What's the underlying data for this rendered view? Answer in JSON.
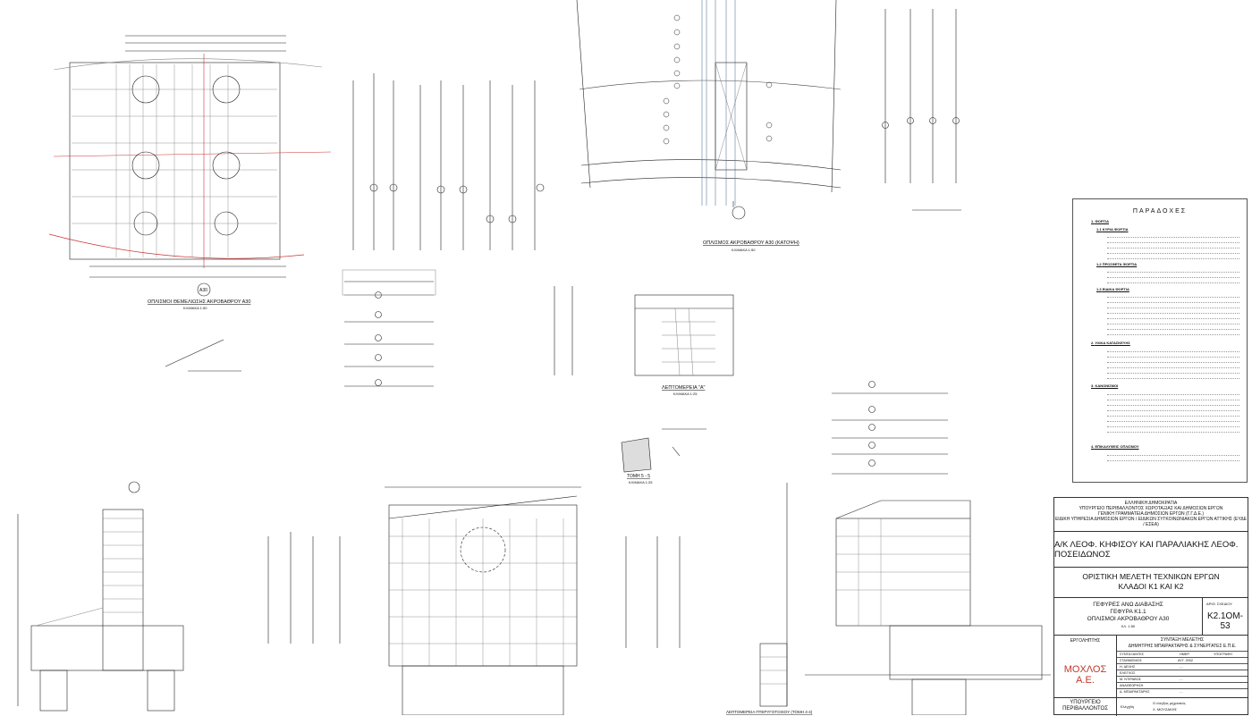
{
  "notes": {
    "title": "ΠΑΡΑΔΟΧΕΣ",
    "sections": [
      {
        "num": "1.",
        "label": "ΦΟΡΤΙΑ"
      },
      {
        "num": "1.1",
        "label": "ΚΥΡΙΑ ΦΟΡΤΙΑ"
      },
      {
        "num": "1.2",
        "label": "ΠΡΟΣΘΕΤΑ ΦΟΡΤΙΑ"
      },
      {
        "num": "1.3",
        "label": "ΕΙΔΙΚΑ ΦΟΡΤΙΑ"
      },
      {
        "num": "2.",
        "label": "ΥΛΙΚΑ ΚΑΤΑΣΚΕΥΗΣ"
      },
      {
        "num": "3.",
        "label": "ΚΑΝΟΝΙΣΜΟΙ"
      },
      {
        "num": "4.",
        "label": "ΕΠΙΚΑΛΥΨΕΙΣ ΟΠΛΙΣΜΟΥ"
      }
    ]
  },
  "title_block": {
    "authority": [
      "ΕΛΛΗΝΙΚΗ ΔΗΜΟΚΡΑΤΙΑ",
      "ΥΠΟΥΡΓΕΙΟ ΠΕΡΙΒΑΛΛΟΝΤΟΣ ΧΩΡΟΤΑΞΙΑΣ ΚΑΙ ΔΗΜΟΣΙΩΝ ΕΡΓΩΝ",
      "ΓΕΝΙΚΗ ΓΡΑΜΜΑΤΕΙΑ ΔΗΜΟΣΙΩΝ ΕΡΓΩΝ (Γ.Γ.Δ.Ε.)",
      "ΕΙΔΙΚΗ ΥΠΗΡΕΣΙΑ ΔΗΜΟΣΙΩΝ ΕΡΓΩΝ / ΕΙΔΙΚΩΝ ΣΥΓΚΟΙΝΩΝΙΑΚΩΝ ΕΡΓΩΝ ΑΤΤΙΚΗΣ (ΕΥΔΕ / ΕΣΕΑ)"
    ],
    "project": "Α/Κ ΛΕΟΦ. ΚΗΦΙΣΟΥ ΚΑΙ ΠΑΡΑΛΙΑΚΗΣ ΛΕΟΦ. ΠΟΣΕΙΔΩΝΟΣ",
    "study_line1": "ΟΡΙΣΤΙΚΗ ΜΕΛΕΤΗ ΤΕΧΝΙΚΩΝ ΕΡΓΩΝ",
    "study_line2": "ΚΛΑΔΟΙ  Κ1  ΚΑΙ  Κ2",
    "drawing_line1": "ΓΕΦΥΡΕΣ  ΑΝΩ ΔΙΑΒΑΣΗΣ",
    "drawing_line2": "ΓΕΦΥΡΑ Κ1.1",
    "drawing_line3": "ΟΠΛΙΣΜΟΙ ΑΚΡΟΒΑΘΡΟΥ Α30",
    "drawing_scale": "ΚΛ. 1:50",
    "drawing_no_label": "ΑΡΙΘ. ΣΧΕΔΙΟΥ",
    "drawing_no": "K2.1OM-53",
    "contractor_label": "ΕΡΓΟΛΗΠΤΗΣ",
    "contractor_name": "ΜΟΧΛΟΣ Α.Ε.",
    "design_label": "ΣΥΝΤΑΞΗ ΜΕΛΕΤΗΣ",
    "design_firm": "ΔΗΜΗΤΡΗΣ ΜΠΑΙΡΑΚΤΑΡΗΣ & ΣΥΝΕΡΓΑΤΕΣ  Ε.Π.Ε.",
    "grid_headers": [
      "ΣΥΝΤΑΞΑΝΤΕΣ",
      "ΗΜΕΡ.",
      "ΥΠΟΓΡΑΦΗ"
    ],
    "grid_rows": [
      {
        "role": "ΣΤΑΘΜΙΣΜΟΣ",
        "date": "ΑΥΓ. 2002"
      },
      {
        "role": "Η. ΔΕΛΗΣ",
        "date": "-  -"
      },
      {
        "role": "ΕΛΕΓΧΟΣ",
        "date": ""
      },
      {
        "role": "Μ. ΝΤΙΡΑΒΟΣ",
        "date": "-  -"
      },
      {
        "role": "ΑΝΑΘΕΩΡΗΣΗ",
        "date": ""
      },
      {
        "role": "Δ. ΜΠΑΙΡΑΚΤΑΡΗΣ",
        "date": "-  -"
      }
    ],
    "client_line1": "ΥΠΟΥΡΓΕΙΟ",
    "client_line2": "ΠΕΡΙΒΑΛΛΟΝΤΟΣ",
    "sig_line1": "Ο ελέγξας μηχανικός",
    "sig_line2": "Χ. ΜΟΥΖΑΚΗΣ",
    "sig_role": "Ελέγχθη"
  },
  "views": {
    "foundation_title": "ΟΠΛΙΣΜΟΙ ΘΕΜΕΛΙΩΣΗΣ ΑΚΡΟΒΑΘΡΟΥ Α30",
    "foundation_scale": "ΚΛΙΜΑΚΑ 1:50",
    "top_view_title": "ΟΠΛΙΣΜΟΣ ΑΚΡΟΒΑΘΡΟΥ Α30 (ΚΑΤΟΨΗ)",
    "top_view_scale": "ΚΛΙΜΑΚΑ 1:50",
    "detail_a_title": "ΛΕΠΤΟΜΕΡΕΙΑ \"Α\"",
    "detail_a_scale": "ΚΛΙΜΑΚΑ 1:25",
    "section_5_title": "ΤΟΜΗ 5 - 5",
    "section_5_scale": "ΚΛΙΜΑΚΑ 1:25",
    "wing_detail_title": "ΛΕΠΤΟΜΕΡΕΙΑ ΠΤΕΡΥΓΟΤΟΙΧΟΥ (ΤΟΜΗ 4-4)",
    "abutment_tag": "Α30"
  }
}
